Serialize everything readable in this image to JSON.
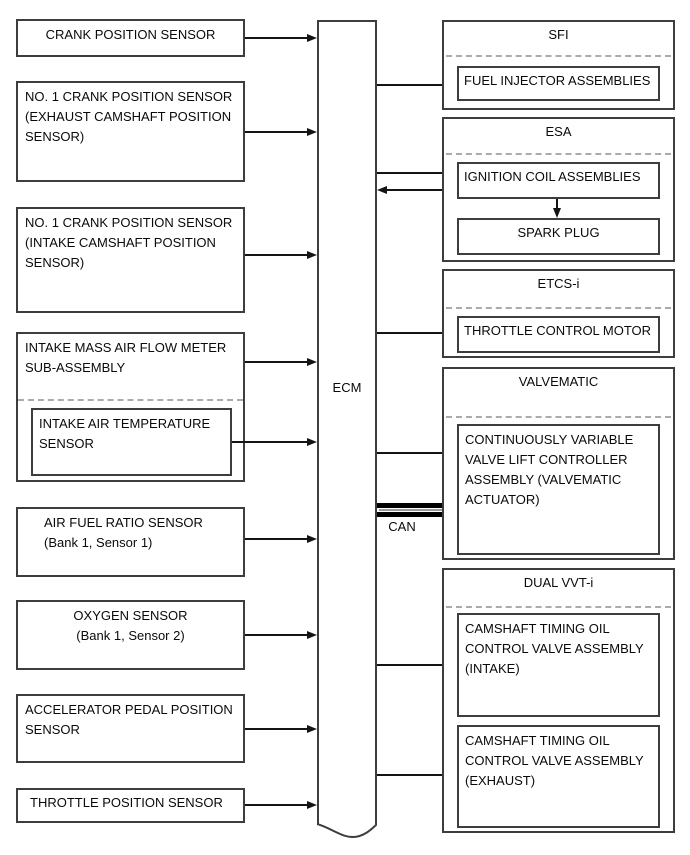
{
  "diagram": {
    "ecm_label": "ECM",
    "can_label": "CAN",
    "sensors": [
      {
        "label": "CRANK POSITION SENSOR"
      },
      {
        "label": "NO. 1 CRANK POSITION SENSOR (EXHAUST CAMSHAFT POSITION SENSOR)"
      },
      {
        "label": "NO. 1 CRANK POSITION SENSOR (INTAKE CAMSHAFT POSITION SENSOR)"
      },
      {
        "label": "INTAKE MASS AIR FLOW METER SUB-ASSEMBLY"
      },
      {
        "label": "INTAKE AIR TEMPERATURE SENSOR"
      },
      {
        "label": "AIR FUEL RATIO SENSOR",
        "sublabel": "(Bank 1, Sensor 1)"
      },
      {
        "label": "OXYGEN SENSOR",
        "sublabel": "(Bank 1, Sensor 2)"
      },
      {
        "label": "ACCELERATOR PEDAL POSITION SENSOR"
      },
      {
        "label": "THROTTLE POSITION SENSOR"
      }
    ],
    "systems": [
      {
        "title": "SFI",
        "components": [
          {
            "label": "FUEL INJECTOR ASSEMBLIES"
          }
        ]
      },
      {
        "title": "ESA",
        "components": [
          {
            "label": "IGNITION COIL ASSEMBLIES"
          },
          {
            "label": "SPARK PLUG"
          }
        ]
      },
      {
        "title": "ETCS-i",
        "components": [
          {
            "label": "THROTTLE CONTROL MOTOR"
          }
        ]
      },
      {
        "title": "VALVEMATIC",
        "components": [
          {
            "label": "CONTINUOUSLY VARIABLE VALVE LIFT CONTROLLER ASSEMBLY (VALVEMATIC ACTUATOR)"
          }
        ]
      },
      {
        "title": "DUAL VVT-i",
        "components": [
          {
            "label": "CAMSHAFT TIMING OIL CONTROL VALVE ASSEMBLY (INTAKE)"
          },
          {
            "label": "CAMSHAFT TIMING OIL CONTROL VALVE ASSEMBLY (EXHAUST)"
          }
        ]
      }
    ],
    "colors": {
      "line": "#141414",
      "border": "#3d3d3d",
      "dashed_divider": "#ababab",
      "background": "#ffffff"
    }
  }
}
